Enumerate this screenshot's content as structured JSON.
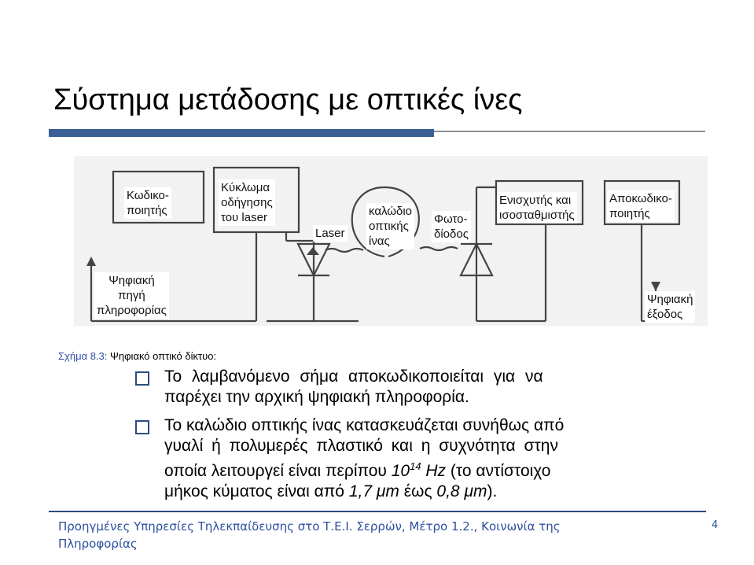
{
  "slide": {
    "title": "Σύστημα μετάδοσης με οπτικές ίνες",
    "diagram": {
      "labels": {
        "encoder_1": "Κωδικο-",
        "encoder_2": "ποιητής",
        "driver_1": "Κύκλωμα",
        "driver_2": "οδήγησης",
        "driver_3": "του laser",
        "laser": "Laser",
        "cable_1": "καλώδιο",
        "cable_2": "οπτικής",
        "cable_3": "ίνας",
        "photodiode_1": "Φωτο-",
        "photodiode_2": "δίοδος",
        "amp_1": "Ενισχυτής και",
        "amp_2": "ισοσταθμιστής",
        "decoder_1": "Αποκωδικο-",
        "decoder_2": "ποιητής",
        "source_1": "Ψηφιακή",
        "source_2": "πηγή",
        "source_3": "πληροφορίας",
        "output_1": "Ψηφιακή",
        "output_2": "έξοδος"
      }
    },
    "caption": {
      "label": "Σχήμα 8.3:",
      "text": "Ψηφιακό οπτικό δίκτυο:"
    },
    "bullets": {
      "b1_l1": "Το λαμβανόμενο σήμα αποκωδικοποιείται για να",
      "b1_l2": "παρέχει την αρχική ψηφιακή πληροφορία.",
      "b2_l1": "Το καλώδιο οπτικής ίνας κατασκευάζεται συνήθως από",
      "b2_l2": "γυαλί ή πολυμερές πλαστικό και η συχνότητα στην",
      "b2_l3_a": "οποία λειτουργεί είναι περίπου ",
      "b2_l3_base": "10",
      "b2_l3_exp": "14",
      "b2_l3_b": " Hz",
      "b2_l3_c": " (το αντίστοιχο",
      "b2_l4_a": "μήκος κύματος είναι από ",
      "b2_l4_b": "1,7 μm",
      "b2_l4_c": " έως ",
      "b2_l4_d": "0,8 μm",
      "b2_l4_e": ")."
    },
    "footer": {
      "line1": "Προηγμένες Υπηρεσίες Τηλεκπαίδευσης στο Τ.Ε.Ι. Σερρών, Μέτρο 1.2., Κοινωνία της",
      "line2": "Πληροφορίας",
      "page_number": "4"
    }
  }
}
